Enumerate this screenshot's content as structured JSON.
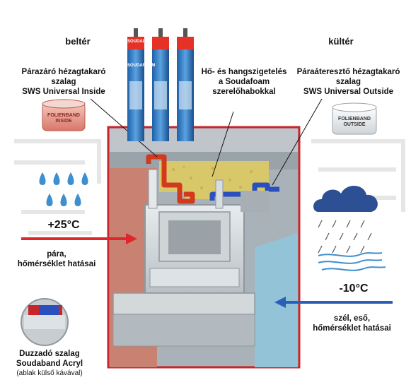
{
  "indoor": {
    "title": "beltér",
    "tape_label_lines": [
      "Párazáró hézagtakaró",
      "szalag",
      "SWS Universal Inside"
    ],
    "roll_print": "FOLIENBAND INSIDE",
    "temperature": "+25°C",
    "effects_lines": [
      "pára,",
      "hőmérséklet hatásai"
    ]
  },
  "outdoor": {
    "title": "kültér",
    "tape_label_lines": [
      "Páraáteresztő hézagtakaró",
      "szalag",
      "SWS Universal Outside"
    ],
    "roll_print": "FOLIENBAND OUTSIDE",
    "temperature": "-10°C",
    "effects_lines": [
      "szél, eső,",
      "hőmérséklet hatásai"
    ]
  },
  "foam": {
    "label_lines": [
      "Hő- és hangszigetelés",
      "a Soudafoam",
      "szerelőhabokkal"
    ],
    "can_brand": "SOUDAL",
    "can_product": "SOUDAFOAM"
  },
  "sealing_tape": {
    "label_lines": [
      "Duzzadó szalag",
      "Soudaband Acryl"
    ],
    "note": "(ablak külső kávával)"
  },
  "colors": {
    "indoor_wall": "#c98272",
    "outdoor_wall": "#93c3d6",
    "frame_border": "#c8262a",
    "inside_tape": "#d23a1e",
    "outside_tape": "#2a4fbf",
    "foam": "#d9c86a",
    "rain_drop": "#3d8fd0",
    "indoor_arrow": "#e0262a",
    "outdoor_arrow": "#2a5fb8"
  }
}
